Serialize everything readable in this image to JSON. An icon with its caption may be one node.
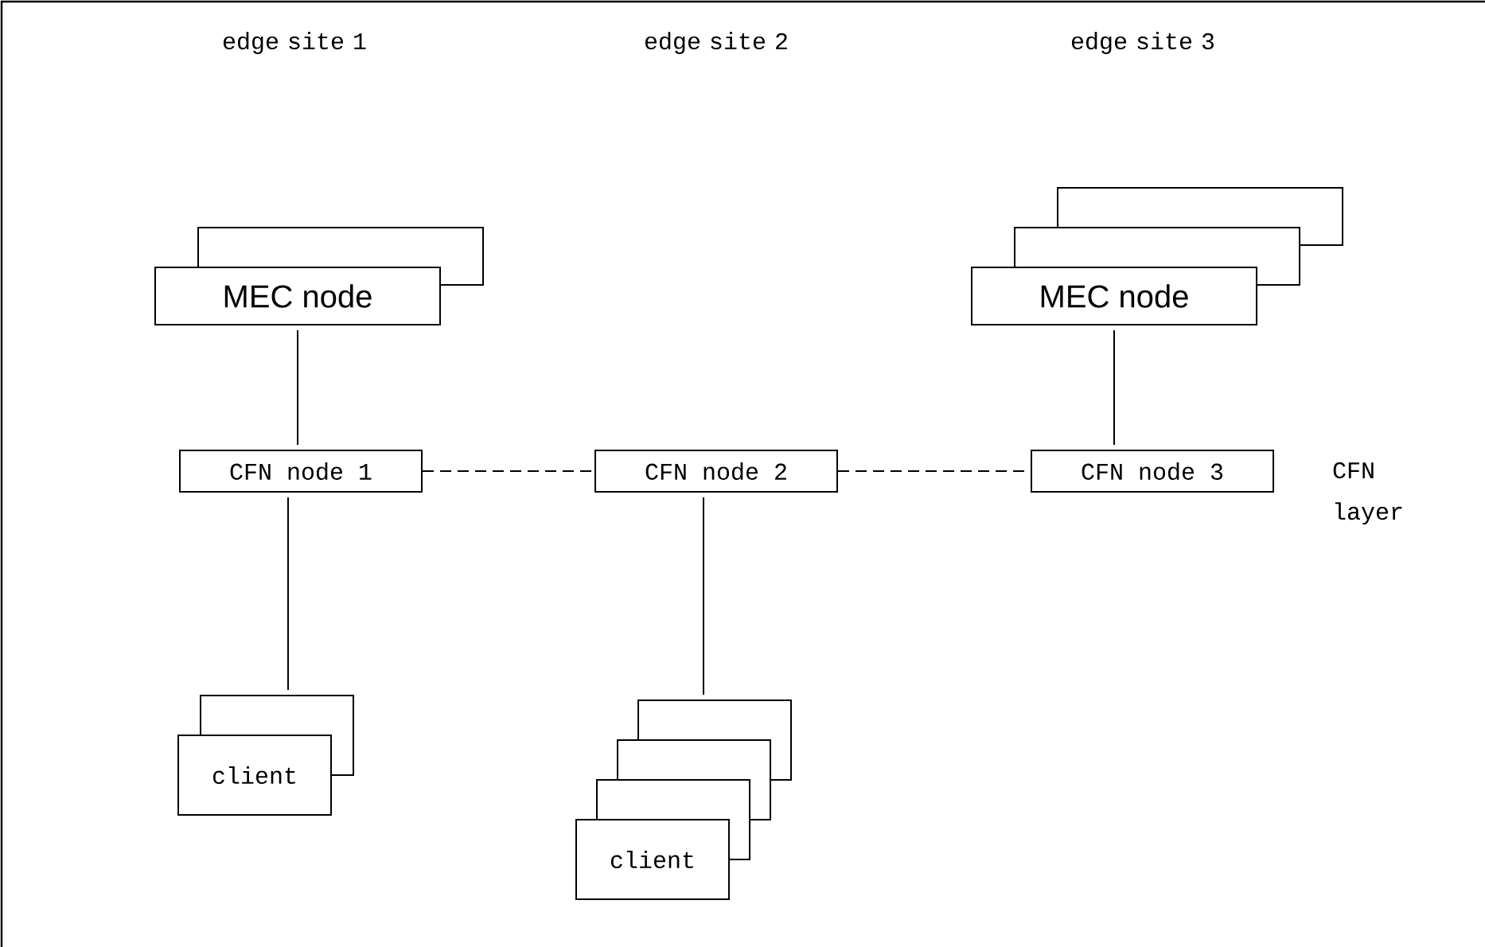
{
  "diagram": {
    "nodes": [
      {
        "text": [
          "MEC node"
        ]
      },
      {
        "text": [
          "MEC node"
        ]
      },
      {
        "text": [
          "CFN node 1"
        ]
      },
      {
        "text": [
          "CFN node 2"
        ]
      },
      {
        "text": [
          "CFN node 3"
        ]
      },
      {
        "text": [
          "client"
        ]
      },
      {
        "text": [
          "client"
        ]
      }
    ],
    "edges": [
      {
        "from": 0,
        "to": 2,
        "arrow": "none"
      },
      {
        "from": 2,
        "to": 3,
        "arrow": "none",
        "style": "dashed"
      },
      {
        "from": 3,
        "to": 4,
        "arrow": "none",
        "style": "dashed"
      },
      {
        "from": 1,
        "to": 4,
        "arrow": "none"
      },
      {
        "from": 2,
        "to": 5,
        "arrow": "none"
      },
      {
        "from": 3,
        "to": 6,
        "arrow": "none"
      }
    ],
    "labels": [
      "edge site 1",
      "edge site 2",
      "edge site 3",
      "CFN layer"
    ]
  }
}
